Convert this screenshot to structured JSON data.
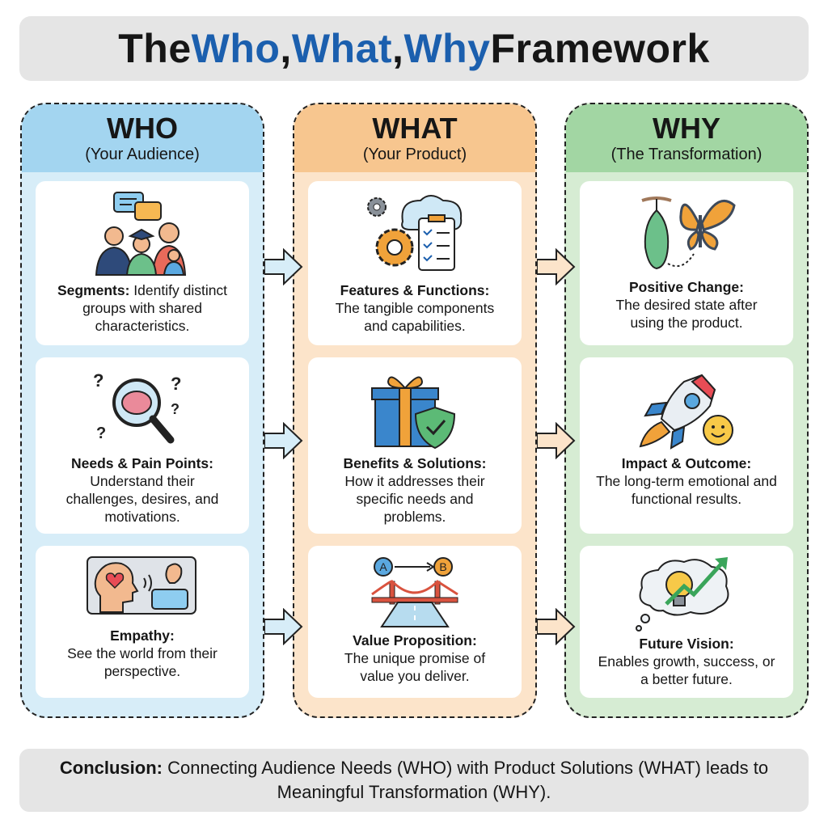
{
  "title": {
    "part1": "The ",
    "who": "Who",
    "sep1": ", ",
    "what": "What",
    "sep2": ", ",
    "why": "Why",
    "part2": " Framework"
  },
  "colors": {
    "accent": "#1b5fae",
    "who_head": "#a3d5f0",
    "who_body": "#d7edf8",
    "what_head": "#f7c68f",
    "what_body": "#fce4ca",
    "why_head": "#a2d6a3",
    "why_body": "#d6ecd3"
  },
  "columns": [
    {
      "title": "WHO",
      "subtitle": "(Your Audience)",
      "cards": [
        {
          "icon": "audience-group-icon",
          "title": "Segments:",
          "text": "Identify distinct groups with shared characteristics."
        },
        {
          "icon": "brain-magnifier-icon",
          "title": "Needs & Pain Points:",
          "text": "Understand their challenges, desires, and motivations."
        },
        {
          "icon": "empathy-head-icon",
          "title": "Empathy:",
          "text": "See the world from their perspective."
        }
      ]
    },
    {
      "title": "WHAT",
      "subtitle": "(Your Product)",
      "cards": [
        {
          "icon": "gears-cloud-checklist-icon",
          "title": "Features & Functions:",
          "text": "The tangible components and capabilities."
        },
        {
          "icon": "gift-shield-icon",
          "title": "Benefits & Solutions:",
          "text": "How it addresses their specific needs and problems."
        },
        {
          "icon": "bridge-a-to-b-icon",
          "title": "Value Proposition:",
          "text": "The unique promise of value you deliver.",
          "a": "A",
          "b": "B"
        }
      ]
    },
    {
      "title": "WHY",
      "subtitle": "(The Transformation)",
      "cards": [
        {
          "icon": "chrysalis-butterfly-icon",
          "title": "Positive Change:",
          "text": "The desired state after using the product."
        },
        {
          "icon": "rocket-smiley-icon",
          "title": "Impact & Outcome:",
          "text": "The long-term emotional and functional results."
        },
        {
          "icon": "lightbulb-growth-icon",
          "title": "Future Vision:",
          "text": "Enables growth, success, or a better future."
        }
      ]
    }
  ],
  "conclusion": {
    "label": "Conclusion:",
    "text": " Connecting Audience Needs (WHO) with Product Solutions (WHAT) leads to Meaningful Transformation (WHY)."
  }
}
